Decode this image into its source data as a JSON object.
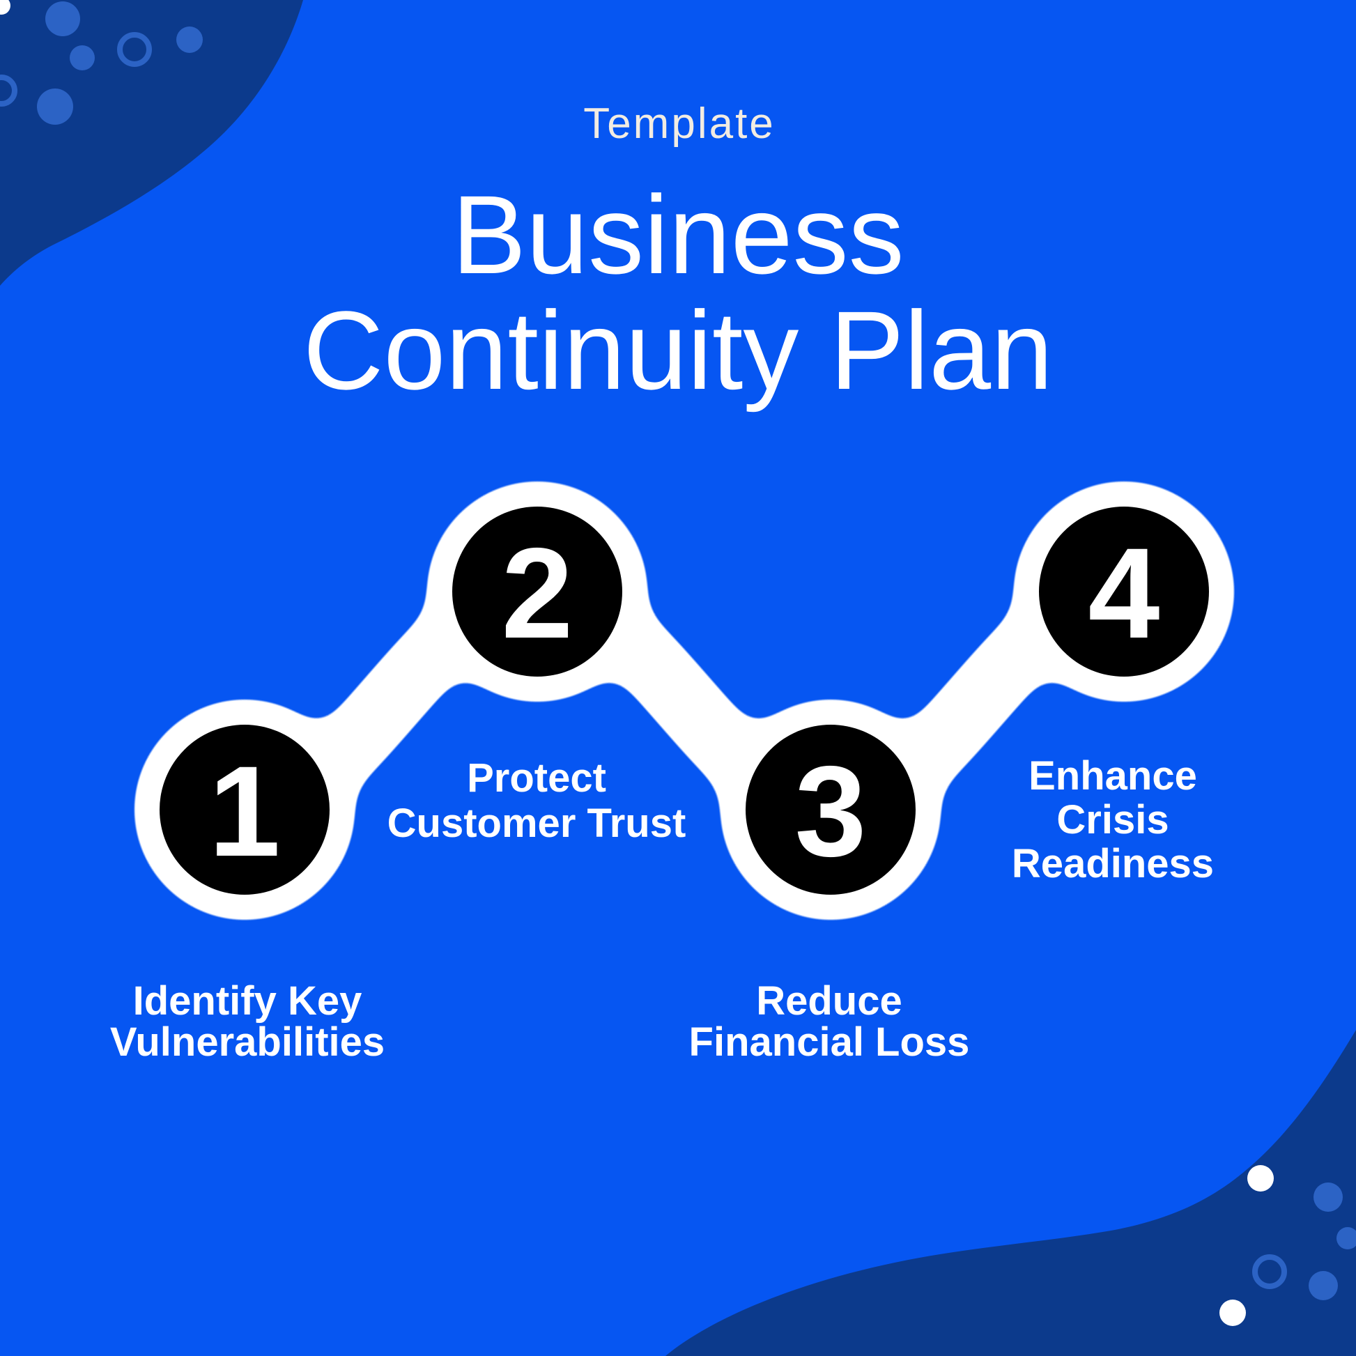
{
  "colors": {
    "bg": "#0656F2",
    "navy": "#0C3A8C",
    "dot": "#2C63C5",
    "white": "#FFFFFF",
    "black": "#000000",
    "cream": "#F2ECE2"
  },
  "header": {
    "eyebrow": "Template",
    "title_lines": [
      "Business",
      "Continuity Plan"
    ]
  },
  "steps": [
    {
      "number": "1",
      "label_lines": [
        "Identify Key",
        "Vulnerabilities"
      ]
    },
    {
      "number": "2",
      "label_lines": [
        "Protect",
        "Customer Trust"
      ]
    },
    {
      "number": "3",
      "label_lines": [
        "Reduce",
        "Financial Loss"
      ]
    },
    {
      "number": "4",
      "label_lines": [
        "Enhance",
        "Crisis",
        "Readiness"
      ]
    }
  ]
}
